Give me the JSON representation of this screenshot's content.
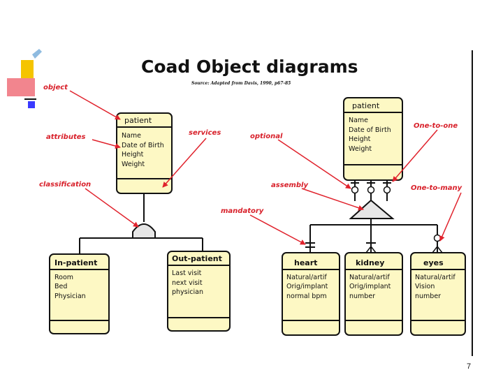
{
  "title": "Coad Object diagrams",
  "source": "Source: Adapted from Davis, 1990, p67-85",
  "page_number": "7",
  "colors": {
    "box_fill": "#fdf8c4",
    "annotation": "#d8202a",
    "line": "#111111"
  },
  "annotations": {
    "object": "object",
    "attributes": "attributes",
    "classification": "classification",
    "services": "services",
    "optional": "optional",
    "assembly": "assembly",
    "mandatory": "mandatory",
    "one_to_one": "One-to-one",
    "one_to_many": "One-to-many"
  },
  "classes": {
    "patient_left": {
      "name": "patient",
      "attributes": [
        "Name",
        "Date of Birth",
        "Height",
        "Weight"
      ]
    },
    "patient_right": {
      "name": "patient",
      "attributes": [
        "Name",
        "Date of Birth",
        "Height",
        "Weight"
      ]
    },
    "in_patient": {
      "name": "In-patient",
      "attributes": [
        "Room",
        "Bed",
        "Physician"
      ]
    },
    "out_patient": {
      "name": "Out-patient",
      "attributes": [
        "Last visit",
        "next visit",
        "physician"
      ]
    },
    "heart": {
      "name": "heart",
      "attributes": [
        "Natural/artif",
        "Orig/implant",
        "normal bpm"
      ]
    },
    "kidney": {
      "name": "kidney",
      "attributes": [
        "Natural/artif",
        "Orig/implant",
        "number"
      ]
    },
    "eyes": {
      "name": "eyes",
      "attributes": [
        "Natural/artif",
        "Vision",
        "number"
      ]
    }
  }
}
